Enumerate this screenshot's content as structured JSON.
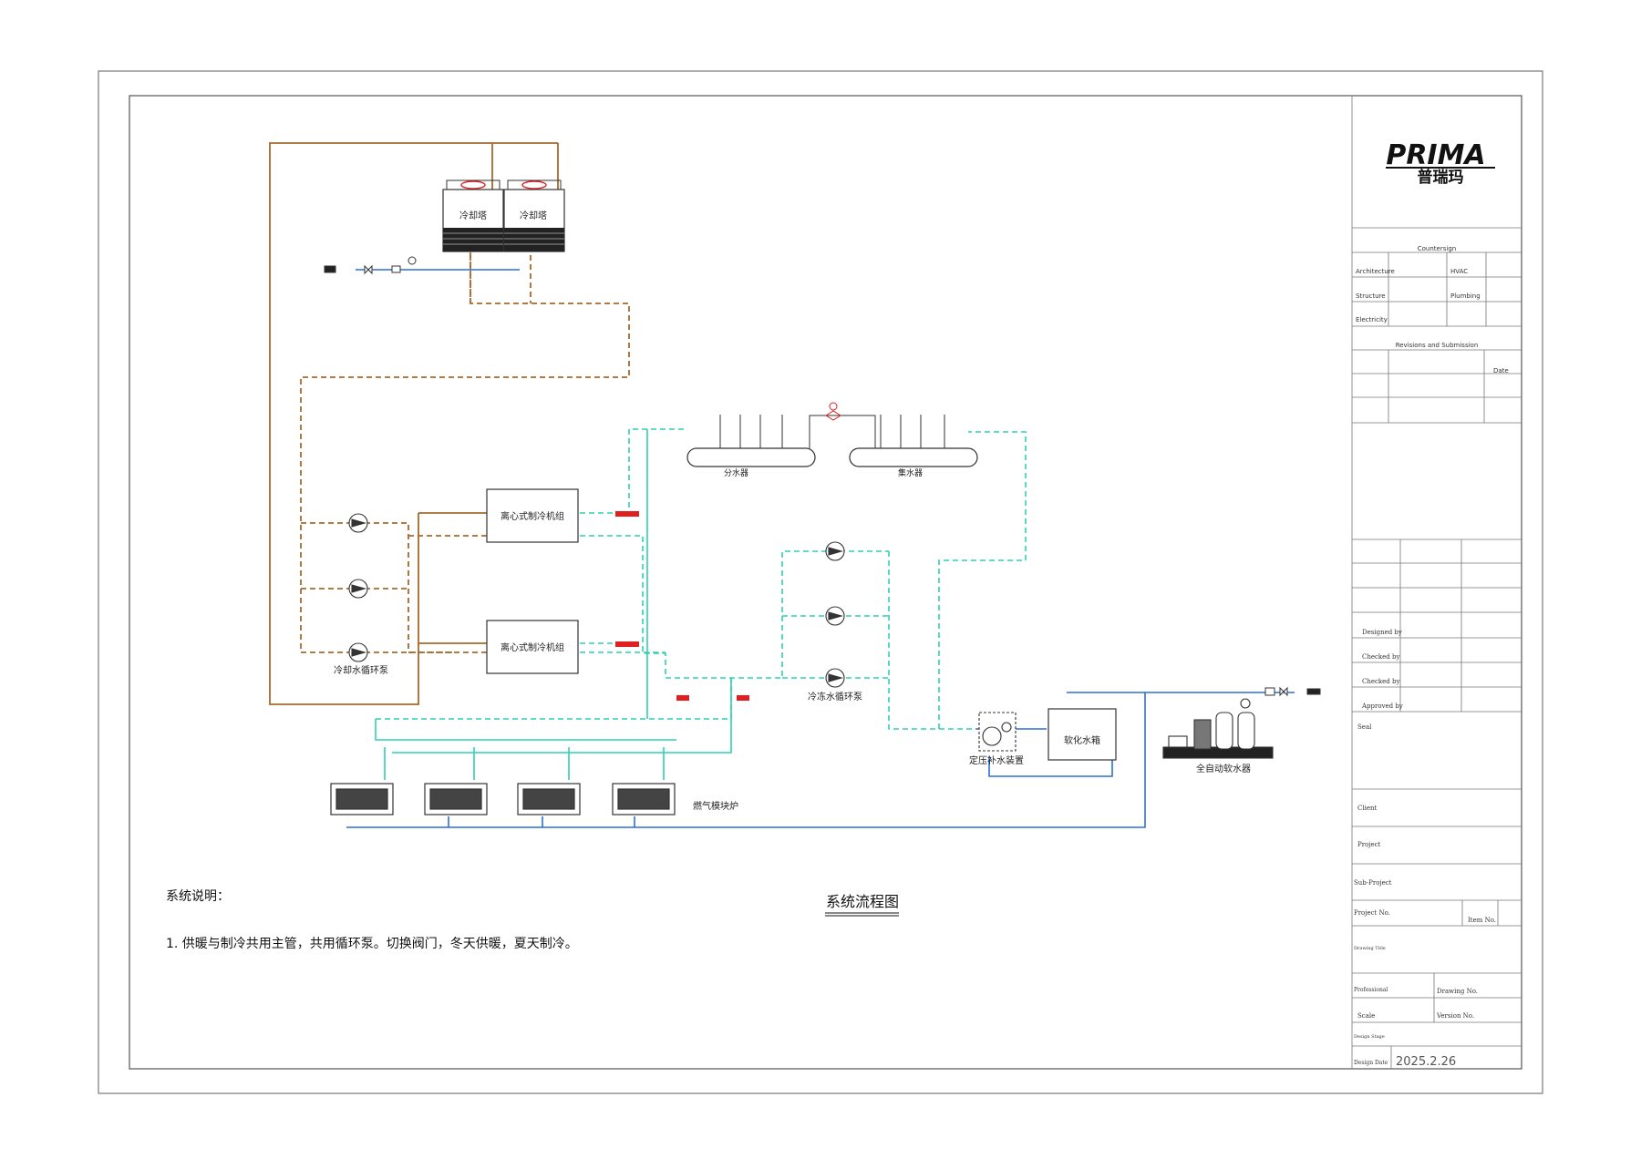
{
  "brand": {
    "logo_text": "PRIMA",
    "logo_cn": "普瑞玛"
  },
  "title_block": {
    "countersign_header": "Countersign",
    "architecture": "Architecture",
    "hvac": "HVAC",
    "structure": "Structure",
    "plumbing": "Plumbing",
    "electricity": "Electricity",
    "revisions_header": "Revisions and Submission",
    "date": "Date",
    "designed_by": "Designed by",
    "checked_by_1": "Checked by",
    "checked_by_2": "Checked by",
    "approved_by": "Approved by",
    "seal": "Seal",
    "client": "Client",
    "project": "Project",
    "sub_project": "Sub-Project",
    "project_no": "Project No.",
    "item_no": "Item No.",
    "drawing_title": "Drawing Title",
    "professional": "Professional",
    "drawing_no": "Drawing No.",
    "scale": "Scale",
    "version_no": "Version No.",
    "design_stage": "Design Stage",
    "design_date_label": "Design Date",
    "design_date_value": "2025.2.26"
  },
  "equipment": {
    "cooling_tower_1": "冷却塔",
    "cooling_tower_2": "冷却塔",
    "chiller_1": "离心式制冷机组",
    "chiller_2": "离心式制冷机组",
    "cooling_pump_group": "冷却水循环泵",
    "chilled_pump_group": "冷冻水循环泵",
    "supply_header": "分水器",
    "return_header": "集水器",
    "boilers": "燃气模块炉",
    "makeup_unit": "定压补水装置",
    "soft_tank": "软化水箱",
    "softener": "全自动软水器"
  },
  "notes": {
    "heading": "系统说明：",
    "line1": "1. 供暖与制冷共用主管，共用循环泵。切换阀门，冬天供暖，夏天制冷。"
  },
  "drawing_caption": "系统流程图",
  "colors": {
    "cooling_water": "#a86a2c",
    "chilled_water": "#2fd0b0",
    "city_water": "#2b6fd6",
    "frame": "#555555",
    "accent_red": "#e02020"
  }
}
